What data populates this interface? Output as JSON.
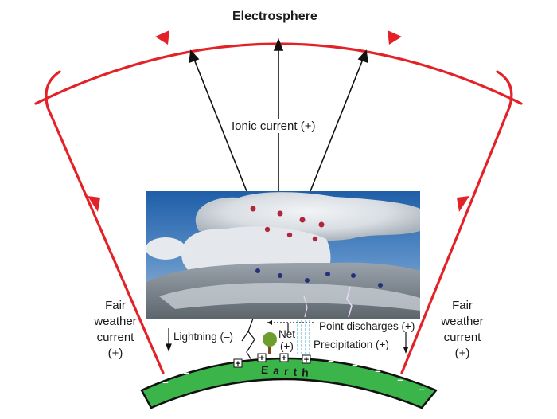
{
  "title": "Electrosphere",
  "ionic_current": "Ionic current (+)",
  "fair_left": {
    "line1": "Fair",
    "line2": "weather",
    "line3": "current",
    "line4": "(+)"
  },
  "fair_right": {
    "line1": "Fair",
    "line2": "weather",
    "line3": "current",
    "line4": "(+)"
  },
  "lightning": "Lightning (–)",
  "net_line1": "Net",
  "net_line2": "(+)",
  "point_discharges": "Point discharges (+)",
  "precipitation": "Precipitation (+)",
  "earth": "Earth",
  "charges": {
    "plus": "+",
    "minus": "–"
  },
  "colors": {
    "circuit": "#e32228",
    "earth_green": "#3bb54a",
    "arrow": "#111111",
    "sky": "#2f6fb4"
  }
}
